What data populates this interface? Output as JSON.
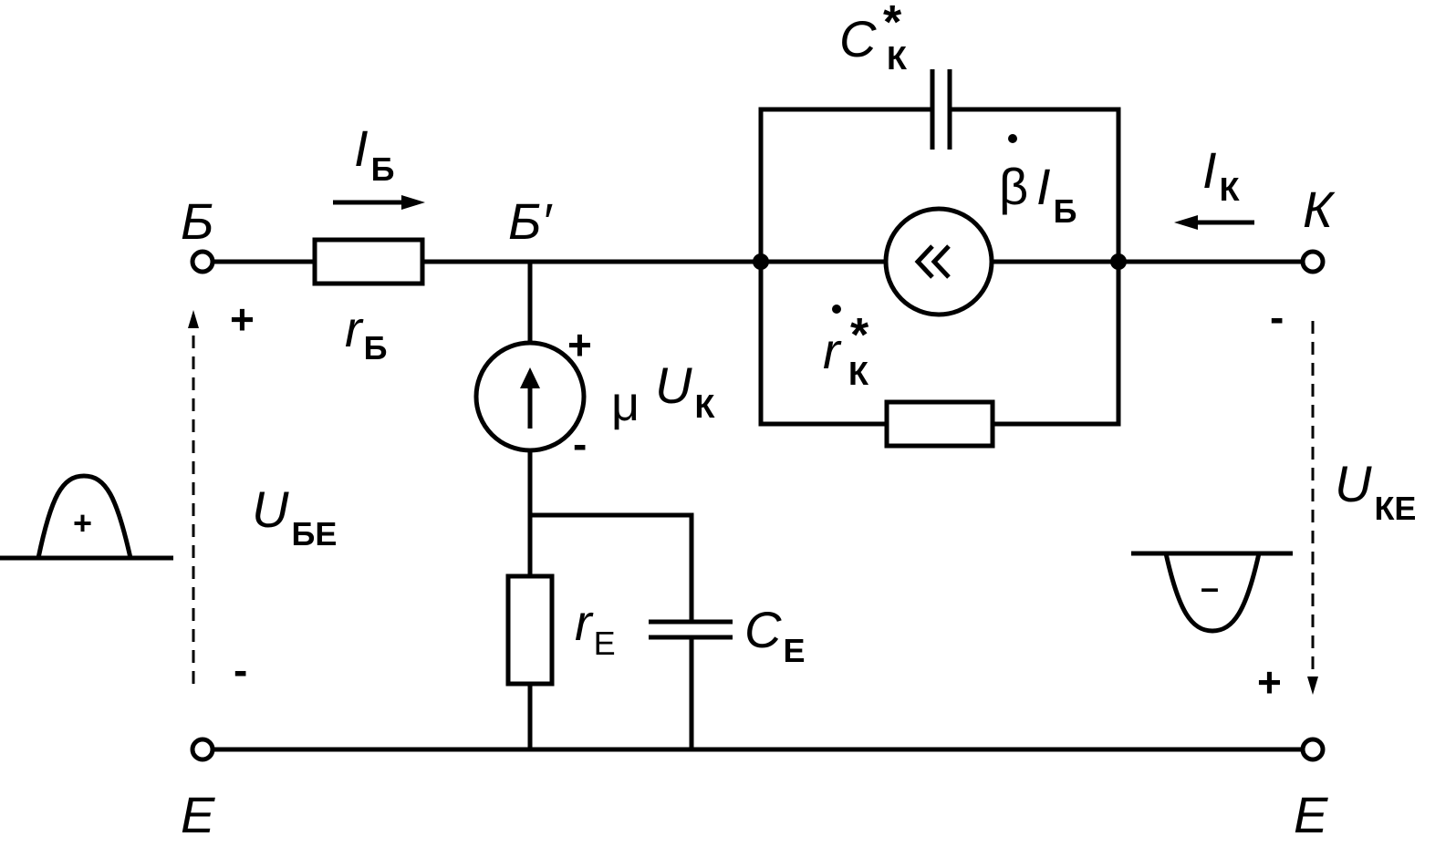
{
  "nodes": {
    "base": "Б",
    "base_internal": "Б",
    "base_internal_prime": "′",
    "collector": "К",
    "emitter_left": "Е",
    "emitter_right": "Е"
  },
  "components": {
    "r_b": {
      "symbol": "r",
      "sub": "Б"
    },
    "c_k": {
      "symbol": "C",
      "sub": "К",
      "sup": "*"
    },
    "r_k": {
      "symbol": "r",
      "sub": "К",
      "sup": "*"
    },
    "mu_source": {
      "coef": "μ",
      "symbol": "U",
      "sub": "К",
      "plus": "+",
      "minus": "-"
    },
    "beta_source": {
      "coef": "β",
      "symbol": "I",
      "sub": "Б"
    },
    "r_e": {
      "symbol": "r",
      "sub": "Е"
    },
    "c_e": {
      "symbol": "C",
      "sub": "Е"
    }
  },
  "currents": {
    "i_b": {
      "symbol": "I",
      "sub": "Б"
    },
    "i_k": {
      "symbol": "I",
      "sub": "К"
    }
  },
  "voltages": {
    "u_be": {
      "symbol": "U",
      "sub": "БЕ",
      "plus": "+",
      "minus": "-"
    },
    "u_ke": {
      "symbol": "U",
      "sub": "КЕ",
      "plus": "+",
      "minus": "-"
    }
  },
  "pulses": {
    "input_sign": "+",
    "output_sign": "–"
  }
}
